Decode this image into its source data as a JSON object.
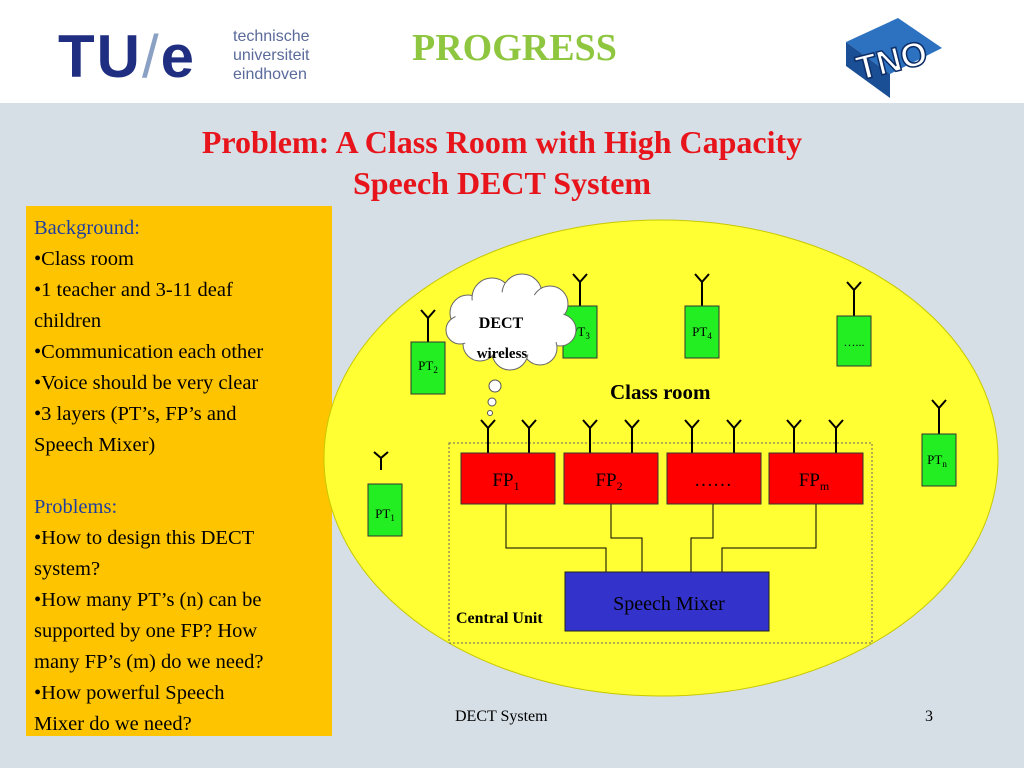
{
  "header": {
    "logo_tu": "TU",
    "logo_slash": "/",
    "logo_e": "e",
    "logo_line1": "technische",
    "logo_line2": "universiteit",
    "logo_line3": "eindhoven",
    "section": "PROGRESS",
    "partner_logo_text": "TNO"
  },
  "slide": {
    "title_line1": "Problem: A Class Room with High Capacity",
    "title_line2": "Speech DECT System"
  },
  "background_box": {
    "background_heading": "Background:",
    "background_items": [
      "•Class room",
      "•1 teacher and 3-11 deaf",
      "children",
      "•Communication each other",
      "•Voice should be very clear",
      "•3 layers (PT’s, FP’s and",
      "Speech Mixer)"
    ],
    "problems_heading": "Problems:",
    "problems_items": [
      "•How to design this DECT",
      "system?",
      "•How many PT’s (n) can be",
      "supported by one FP? How",
      "many FP’s (m) do we need?",
      "•How powerful Speech",
      "Mixer do we need?"
    ]
  },
  "diagram": {
    "cloud_line1": "DECT",
    "cloud_line2": "wireless",
    "room_label": "Class room",
    "central_unit_label": "Central Unit",
    "speech_mixer_label": "Speech Mixer",
    "pt_prefix": "PT",
    "pt1_sub": "1",
    "pt2_sub": "2",
    "pt3_sub": "3",
    "pt4_sub": "4",
    "ptn_sub": "n",
    "pt_ellipsis": "…...",
    "fp_prefix": "FP",
    "fp1_sub": "1",
    "fp2_sub": "2",
    "fp_ellipsis": "……",
    "fpm_sub": "m",
    "colors": {
      "ellipse": "#ffff33",
      "pt": "#22ee22",
      "fp": "#ff0000",
      "mixer": "#3333cc"
    }
  },
  "footer": {
    "center": "DECT System",
    "page": "3"
  }
}
